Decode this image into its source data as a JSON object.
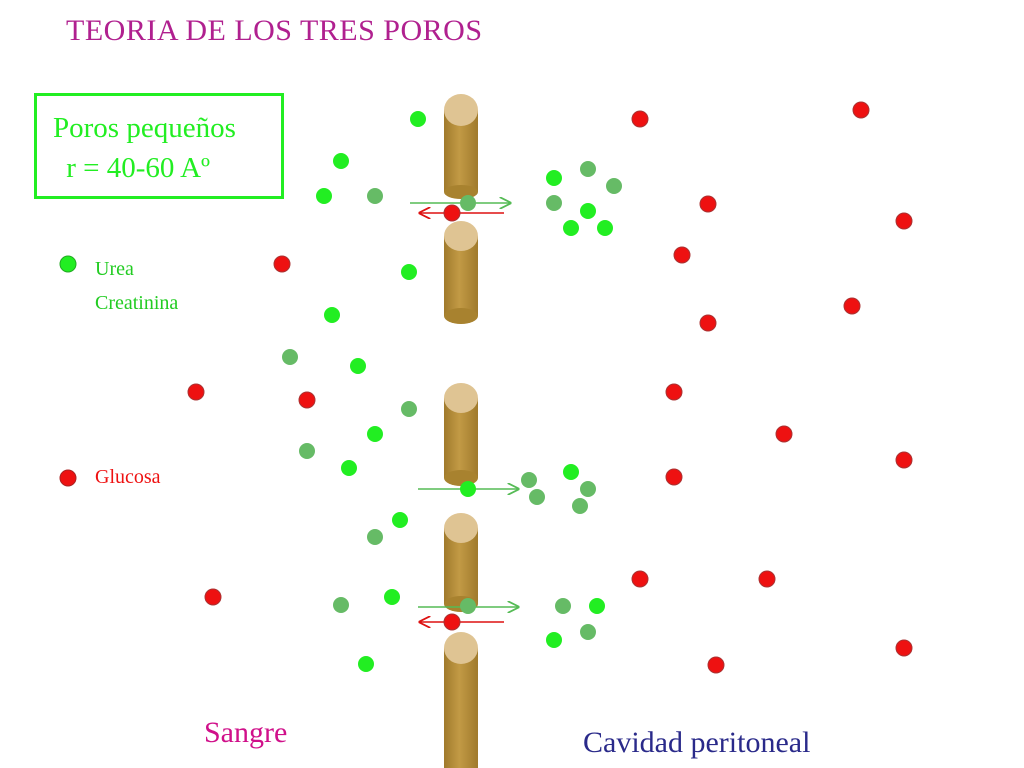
{
  "title": "TEORIA DE LOS TRES POROS",
  "info_box": {
    "line1": "Poros pequeños",
    "line2": " r = 40-60 Aº"
  },
  "legend": {
    "urea": "Urea",
    "creatinina": "Creatinina",
    "glucosa": "Glucosa"
  },
  "labels": {
    "blood": "Sangre",
    "cavity": "Cavidad peritoneal"
  },
  "colors": {
    "title": "#b0208f",
    "green_bright": "#22ee22",
    "green_muted": "#66bb66",
    "red": "#ee1111",
    "pore": "#b8923a",
    "pore_top": "#dfc493"
  }
}
